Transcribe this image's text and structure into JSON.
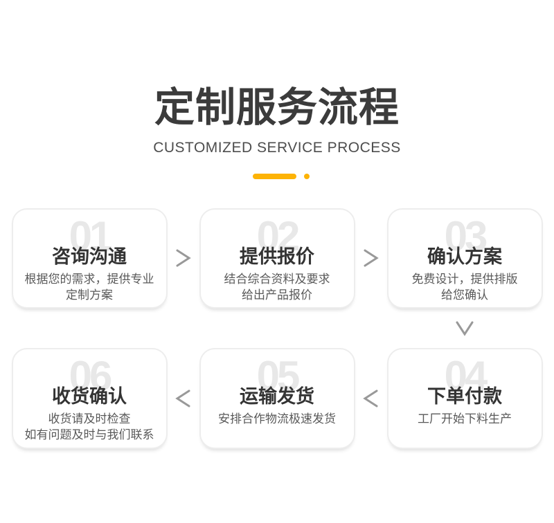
{
  "header": {
    "title": "定制服务流程",
    "subtitle": "CUSTOMIZED SERVICE PROCESS"
  },
  "colors": {
    "accent_yellow": "#FDB306",
    "arrow_gray": "#999999",
    "title_dark": "#3b3b3b",
    "step_number_gray": "#e8e8e8"
  },
  "steps": [
    {
      "number": "01",
      "title": "咨询沟通",
      "desc": "根据您的需求，提供专业\n定制方案"
    },
    {
      "number": "02",
      "title": "提供报价",
      "desc": "结合综合资料及要求\n给出产品报价"
    },
    {
      "number": "03",
      "title": "确认方案",
      "desc": "免费设计，提供排版\n给您确认"
    },
    {
      "number": "04",
      "title": "下单付款",
      "desc": "工厂开始下料生产"
    },
    {
      "number": "05",
      "title": "运输发货",
      "desc": "安排合作物流极速发货"
    },
    {
      "number": "06",
      "title": "收货确认",
      "desc": "收货请及时检查\n如有问题及时与我们联系"
    }
  ],
  "icons": {
    "divider": "yellow-bar-and-dot",
    "arrow_right": "chevron-right",
    "arrow_left": "chevron-left",
    "arrow_down": "chevron-down"
  }
}
